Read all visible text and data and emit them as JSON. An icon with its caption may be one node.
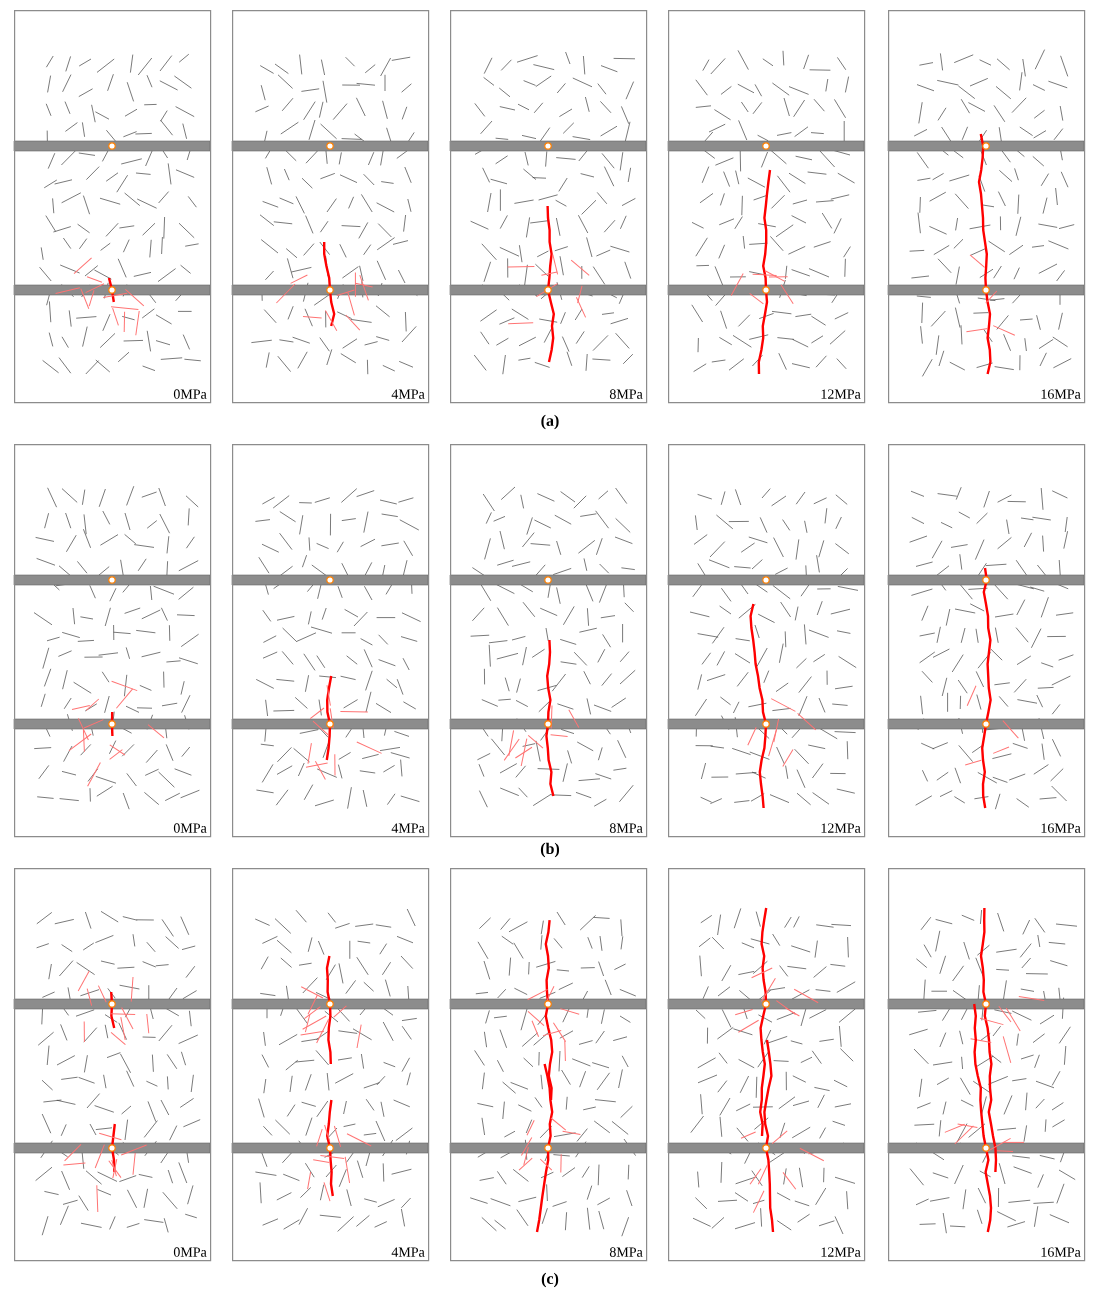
{
  "diagram": {
    "nodes": [
      {
        "text": [
          "0MPa"
        ]
      },
      {
        "text": [
          "4MPa"
        ]
      },
      {
        "text": [
          "8MPa"
        ]
      },
      {
        "text": [
          "12MPa"
        ]
      },
      {
        "text": [
          "16MPa"
        ]
      },
      {
        "text": [
          "0MPa"
        ]
      },
      {
        "text": [
          "4MPa"
        ]
      },
      {
        "text": [
          "8MPa"
        ]
      },
      {
        "text": [
          "12MPa"
        ]
      },
      {
        "text": [
          "16MPa"
        ]
      },
      {
        "text": [
          "0MPa"
        ]
      },
      {
        "text": [
          "4MPa"
        ]
      },
      {
        "text": [
          "8MPa"
        ]
      },
      {
        "text": [
          "12MPa"
        ]
      },
      {
        "text": [
          "16MPa"
        ]
      }
    ],
    "labels": [
      "(a)",
      "(b)",
      "(c)"
    ]
  }
}
